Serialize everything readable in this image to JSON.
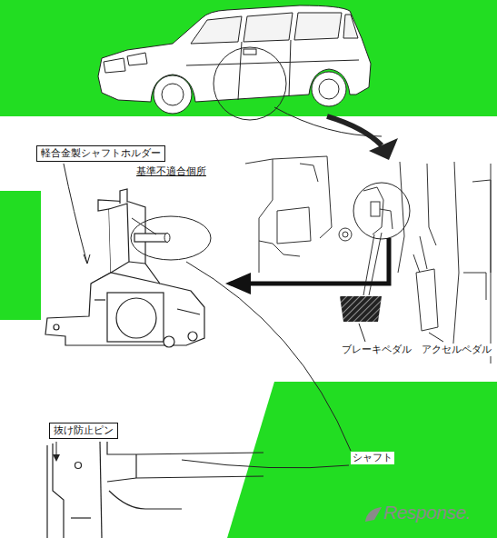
{
  "diagram": {
    "nodes": [
      {
        "text": [
          "軽合金製シャフトホルダー"
        ]
      },
      {
        "text": [
          "抜け防止ピン"
        ]
      }
    ],
    "labels": [
      "基準不適合個所",
      "シャフト",
      "ブレーキペダル",
      "アクセルペダル",
      "Response."
    ]
  }
}
